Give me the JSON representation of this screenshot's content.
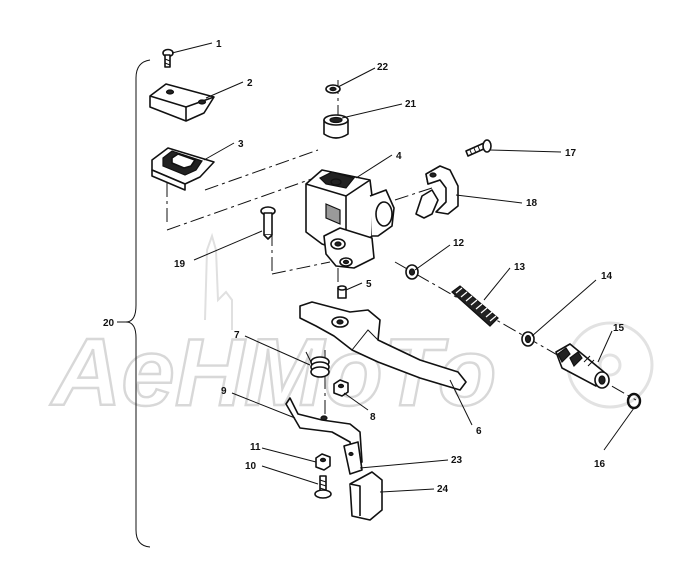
{
  "diagram": {
    "watermark": "AeHMoTo",
    "callouts": [
      {
        "id": "1",
        "label": "1"
      },
      {
        "id": "2",
        "label": "2"
      },
      {
        "id": "3",
        "label": "3"
      },
      {
        "id": "4",
        "label": "4"
      },
      {
        "id": "5",
        "label": "5"
      },
      {
        "id": "6",
        "label": "6"
      },
      {
        "id": "7",
        "label": "7"
      },
      {
        "id": "8",
        "label": "8"
      },
      {
        "id": "9",
        "label": "9"
      },
      {
        "id": "10",
        "label": "10"
      },
      {
        "id": "11",
        "label": "11"
      },
      {
        "id": "12",
        "label": "12"
      },
      {
        "id": "13",
        "label": "13"
      },
      {
        "id": "14",
        "label": "14"
      },
      {
        "id": "15",
        "label": "15"
      },
      {
        "id": "16",
        "label": "16"
      },
      {
        "id": "17",
        "label": "17"
      },
      {
        "id": "18",
        "label": "18"
      },
      {
        "id": "19",
        "label": "19"
      },
      {
        "id": "20",
        "label": "20"
      },
      {
        "id": "21",
        "label": "21"
      },
      {
        "id": "22",
        "label": "22"
      },
      {
        "id": "23",
        "label": "23"
      },
      {
        "id": "24",
        "label": "24"
      }
    ]
  }
}
